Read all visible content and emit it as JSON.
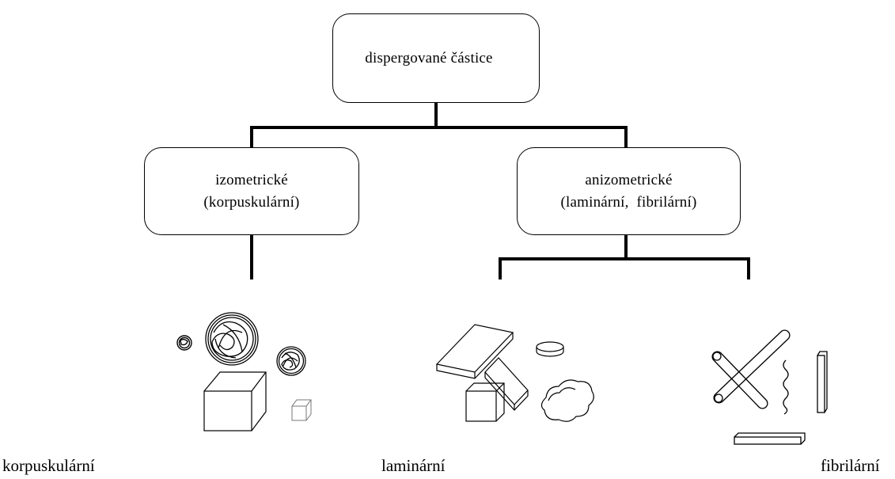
{
  "diagram": {
    "root": {
      "label": "dispergované částice"
    },
    "left": {
      "line1": "izometrické",
      "line2": "(korpuskulární)"
    },
    "right": {
      "line1": "anizometrické",
      "line2": "(laminární,  fibrilární)"
    }
  },
  "labels": {
    "korpuskularni": "korpuskulární",
    "laminarni": "laminární",
    "fibrilarni": "fibrilární"
  },
  "colors": {
    "stroke": "#000000",
    "background": "#ffffff",
    "light_stroke": "#777777"
  }
}
